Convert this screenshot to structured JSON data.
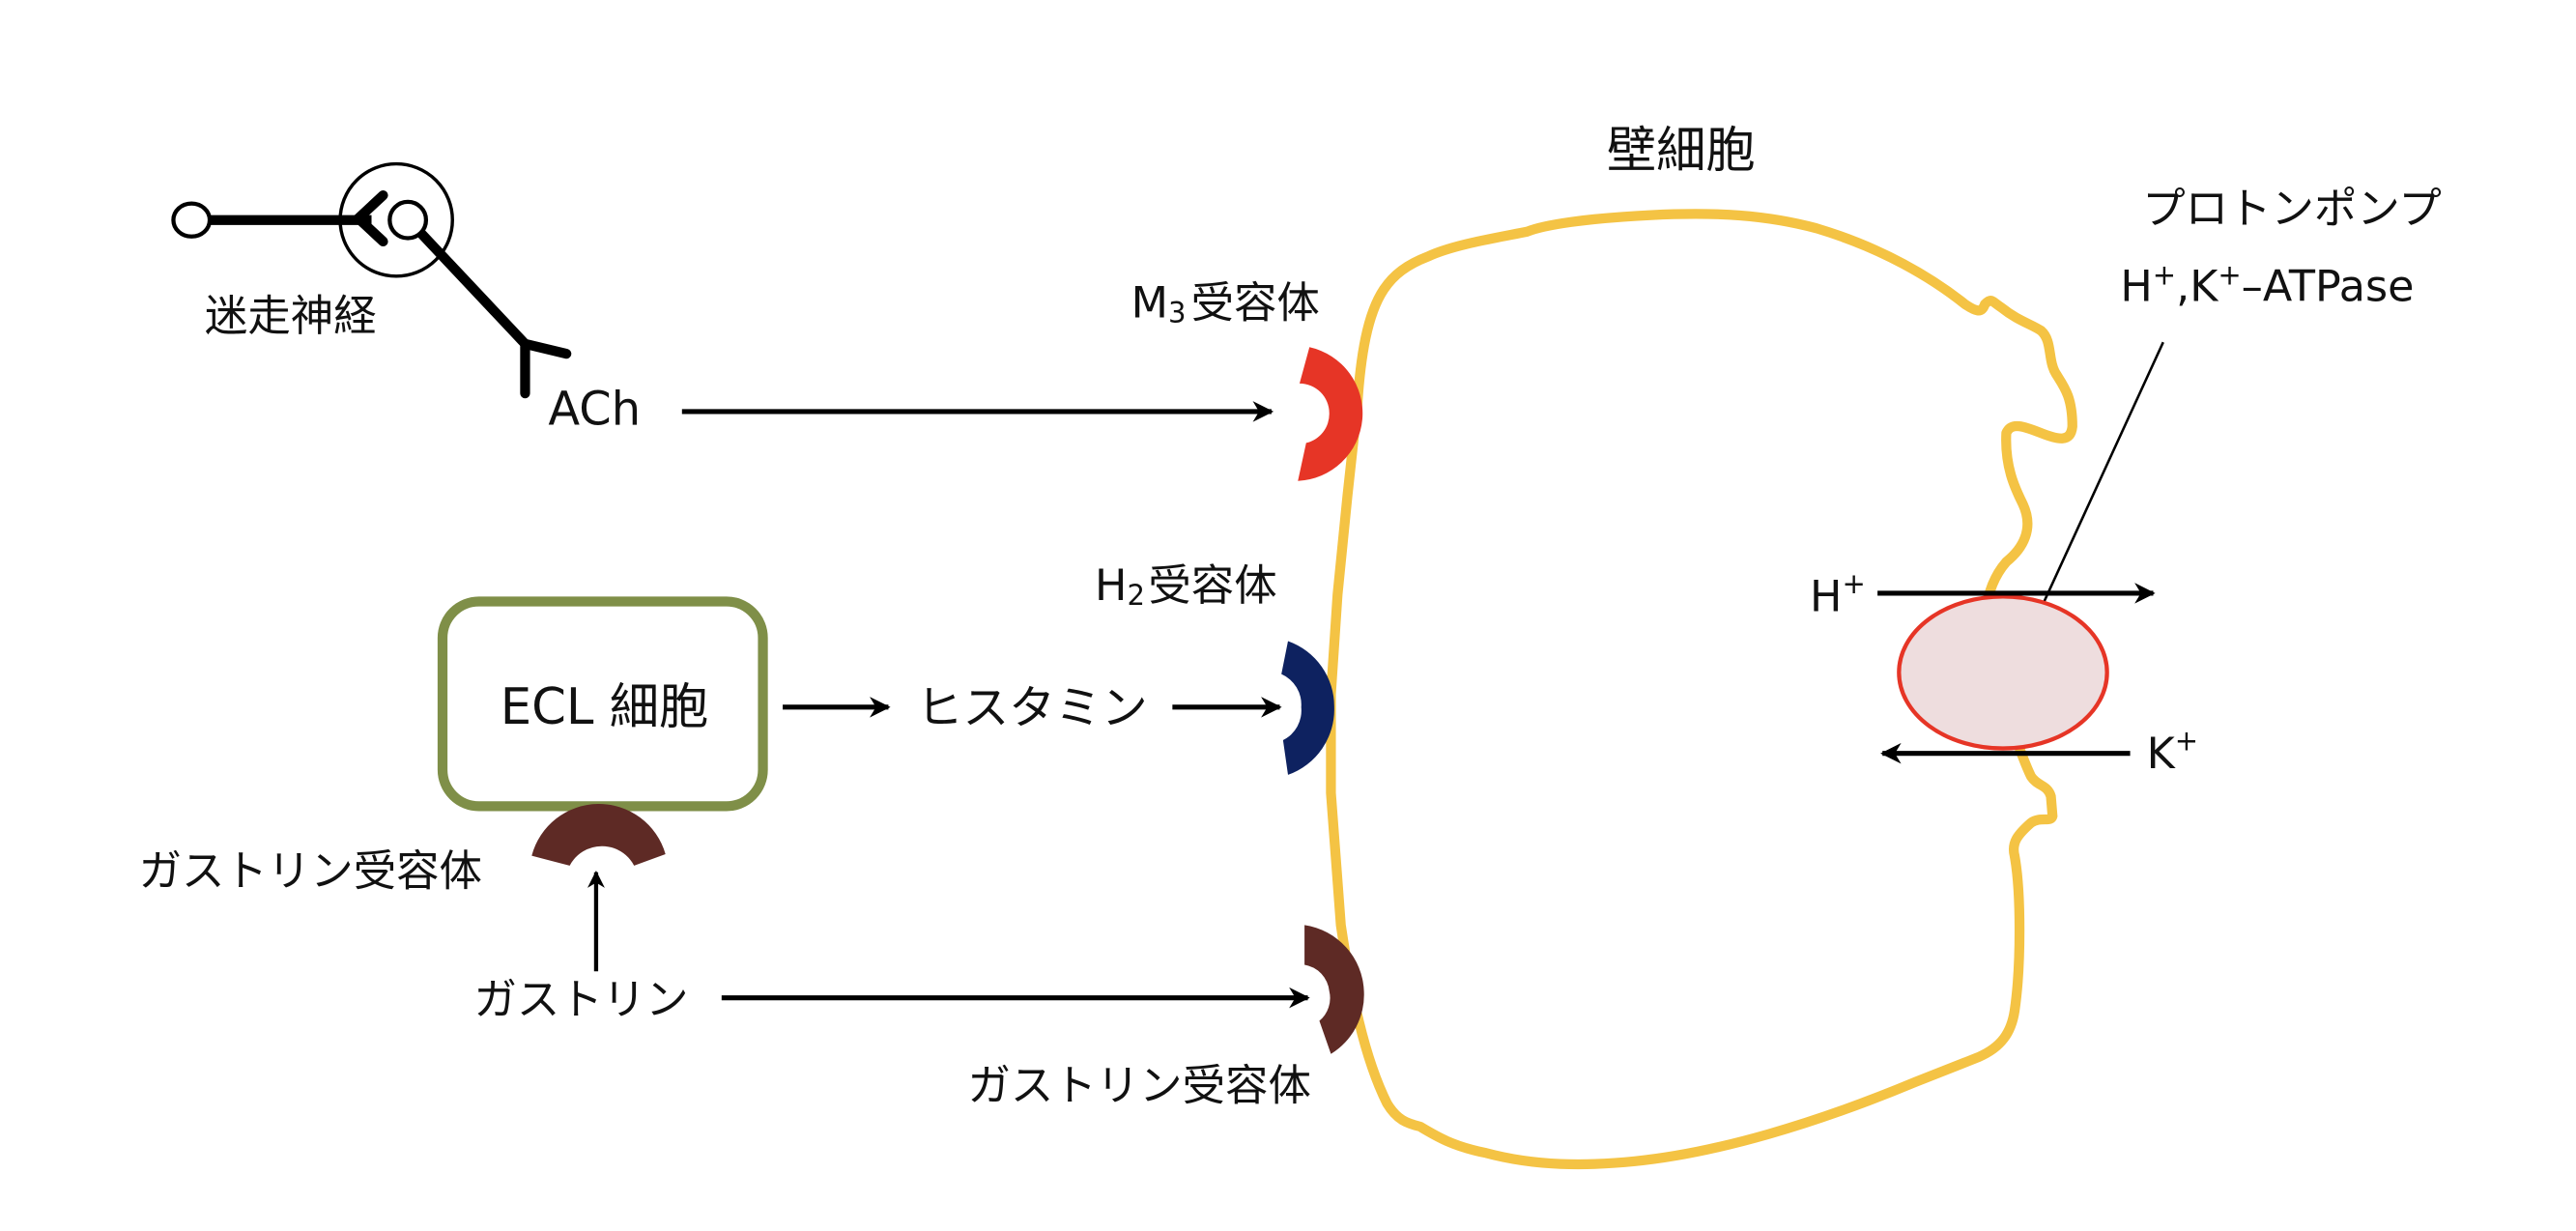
{
  "title": "壁細胞",
  "colors": {
    "membrane": "#F4C344",
    "m3_receptor": "#E63526",
    "h2_receptor": "#0E2260",
    "gastrin_receptor": "#5E2A25",
    "ecl_border": "#7F8F48",
    "pump_fill": "#EEDDDE",
    "pump_stroke": "#E63526",
    "arrow": "#000000"
  },
  "vagus": {
    "label": "迷走神経",
    "transmitter": "ACh"
  },
  "receptors": {
    "m3": {
      "name": "M",
      "subscript": "3",
      "suffix": "受容体"
    },
    "h2": {
      "name": "H",
      "subscript": "2",
      "suffix": "受容体"
    },
    "gastrin_ecl": {
      "label": "ガストリン受容体"
    },
    "gastrin_parietal": {
      "label": "ガストリン受容体"
    }
  },
  "ecl_cell": {
    "label": "ECL 細胞"
  },
  "histamine": {
    "label": "ヒスタミン"
  },
  "gastrin": {
    "label": "ガストリン"
  },
  "proton_pump": {
    "title": "プロトンポンプ",
    "enzyme_h": "H",
    "enzyme_k": "K",
    "enzyme_plus": "+",
    "enzyme_sep": ",",
    "enzyme_suffix": "–ATPase",
    "h_ion": "H",
    "k_ion": "K",
    "ion_charge": "+"
  }
}
